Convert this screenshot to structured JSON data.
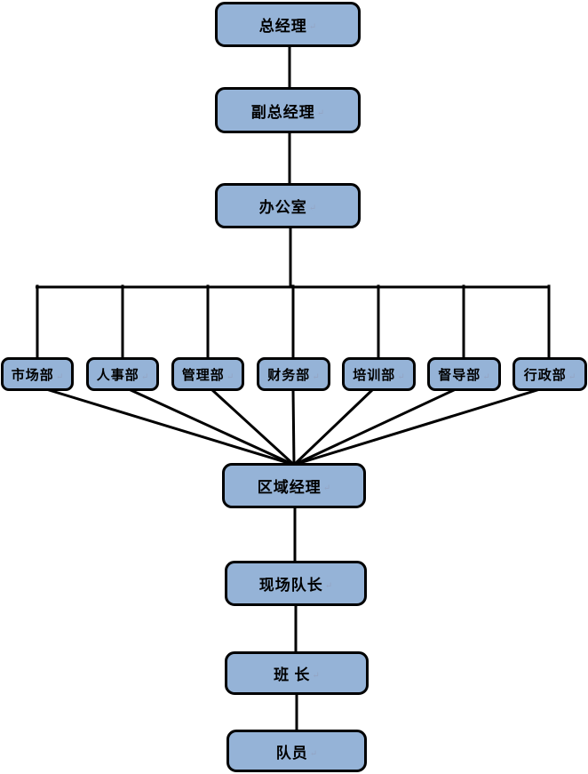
{
  "diagram": {
    "type": "org-chart",
    "nodes": {
      "general_manager": "总经理",
      "deputy_general_manager": "副总经理",
      "office": "办公室",
      "departments": [
        "市场部",
        "人事部",
        "管理部",
        "财务部",
        "培训部",
        "督导部",
        "行政部"
      ],
      "regional_manager": "区域经理",
      "site_captain": "现场队长",
      "squad_leader": "班 长",
      "team_member": "队员"
    },
    "paragraph_mark": "↵",
    "colors": {
      "node_fill": "#95B3D7",
      "node_border": "#000000",
      "connector": "#000000",
      "canvas_bg": "#FFFFFF"
    }
  }
}
